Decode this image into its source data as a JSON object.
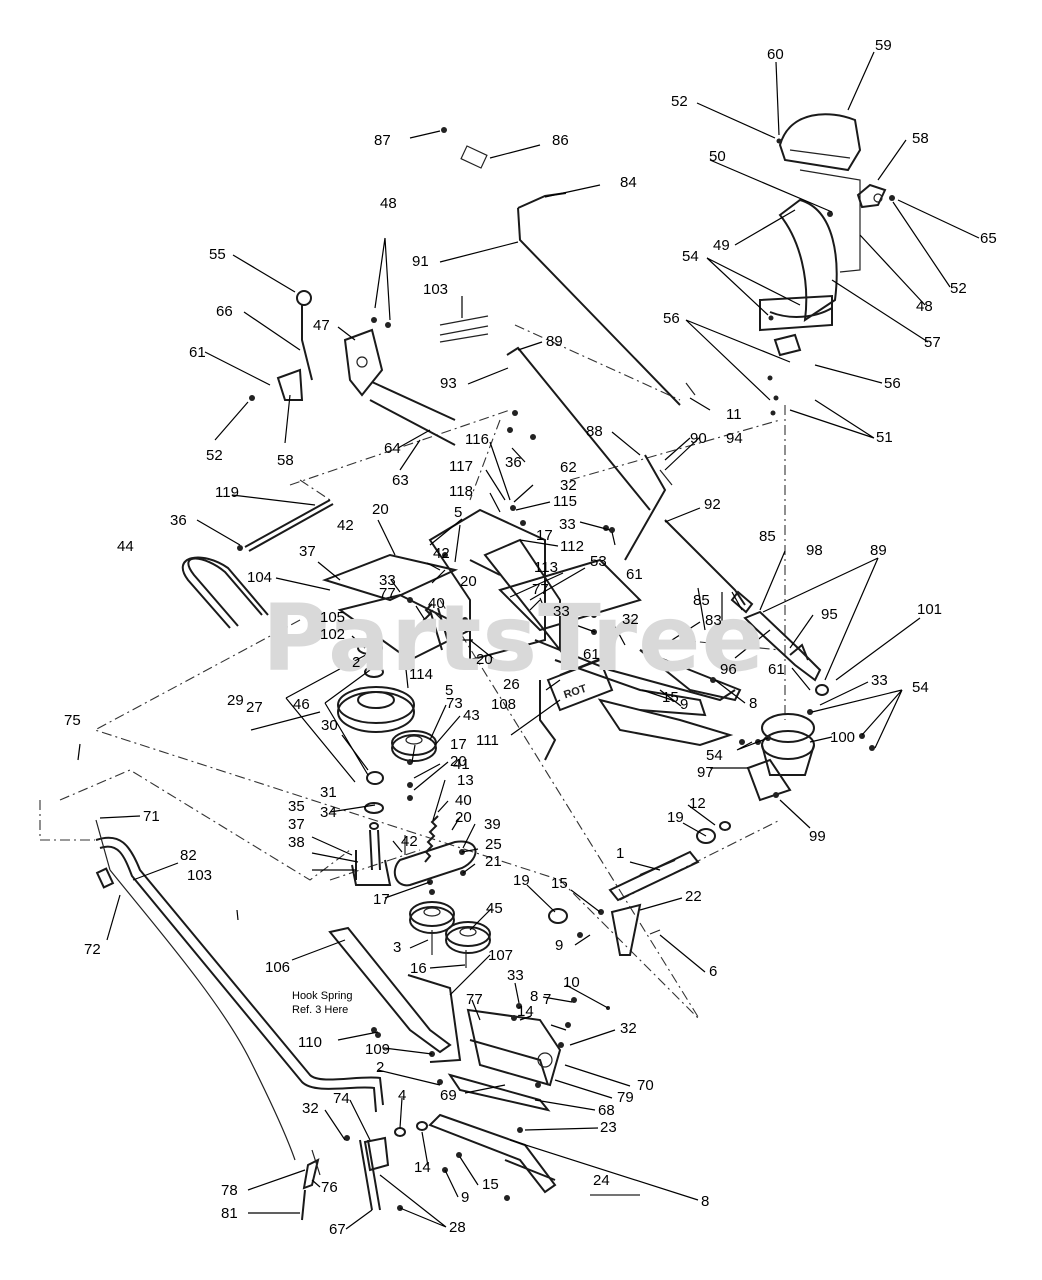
{
  "watermark": "PartsTree",
  "note": {
    "line1": "Hook Spring",
    "line2": "Ref. 3 Here"
  },
  "decal_text": "ROT",
  "callouts": [
    {
      "text": "87"
    },
    {
      "text": "86"
    },
    {
      "text": "84"
    },
    {
      "text": "91"
    },
    {
      "text": "103"
    },
    {
      "text": "93"
    },
    {
      "text": "89"
    },
    {
      "text": "11"
    },
    {
      "text": "88"
    },
    {
      "text": "90"
    },
    {
      "text": "94"
    },
    {
      "text": "48"
    },
    {
      "text": "55"
    },
    {
      "text": "66"
    },
    {
      "text": "47"
    },
    {
      "text": "61"
    },
    {
      "text": "52"
    },
    {
      "text": "58"
    },
    {
      "text": "64"
    },
    {
      "text": "63"
    },
    {
      "text": "116"
    },
    {
      "text": "36"
    },
    {
      "text": "62"
    },
    {
      "text": "32"
    },
    {
      "text": "117"
    },
    {
      "text": "115"
    },
    {
      "text": "118"
    },
    {
      "text": "119"
    },
    {
      "text": "36"
    },
    {
      "text": "44"
    },
    {
      "text": "20"
    },
    {
      "text": "5"
    },
    {
      "text": "17"
    },
    {
      "text": "33"
    },
    {
      "text": "112"
    },
    {
      "text": "61"
    },
    {
      "text": "92"
    },
    {
      "text": "42"
    },
    {
      "text": "42"
    },
    {
      "text": "37"
    },
    {
      "text": "104"
    },
    {
      "text": "33"
    },
    {
      "text": "20"
    },
    {
      "text": "113"
    },
    {
      "text": "53"
    },
    {
      "text": "77"
    },
    {
      "text": "77"
    },
    {
      "text": "40"
    },
    {
      "text": "105"
    },
    {
      "text": "102"
    },
    {
      "text": "2"
    },
    {
      "text": "33"
    },
    {
      "text": "32"
    },
    {
      "text": "83"
    },
    {
      "text": "85"
    },
    {
      "text": "85"
    },
    {
      "text": "98"
    },
    {
      "text": "89"
    },
    {
      "text": "95"
    },
    {
      "text": "101"
    },
    {
      "text": "20"
    },
    {
      "text": "114"
    },
    {
      "text": "26"
    },
    {
      "text": "61"
    },
    {
      "text": "5"
    },
    {
      "text": "29"
    },
    {
      "text": "46"
    },
    {
      "text": "27"
    },
    {
      "text": "73"
    },
    {
      "text": "30"
    },
    {
      "text": "43"
    },
    {
      "text": "108"
    },
    {
      "text": "15"
    },
    {
      "text": "9"
    },
    {
      "text": "96"
    },
    {
      "text": "61"
    },
    {
      "text": "33"
    },
    {
      "text": "54"
    },
    {
      "text": "8"
    },
    {
      "text": "111"
    },
    {
      "text": "17"
    },
    {
      "text": "20"
    },
    {
      "text": "41"
    },
    {
      "text": "13"
    },
    {
      "text": "40"
    },
    {
      "text": "20"
    },
    {
      "text": "39"
    },
    {
      "text": "54"
    },
    {
      "text": "100"
    },
    {
      "text": "97"
    },
    {
      "text": "99"
    },
    {
      "text": "75"
    },
    {
      "text": "71"
    },
    {
      "text": "31"
    },
    {
      "text": "35"
    },
    {
      "text": "34"
    },
    {
      "text": "37"
    },
    {
      "text": "38"
    },
    {
      "text": "42"
    },
    {
      "text": "12"
    },
    {
      "text": "19"
    },
    {
      "text": "25"
    },
    {
      "text": "21"
    },
    {
      "text": "1"
    },
    {
      "text": "82"
    },
    {
      "text": "103"
    },
    {
      "text": "17"
    },
    {
      "text": "19"
    },
    {
      "text": "15"
    },
    {
      "text": "45"
    },
    {
      "text": "22"
    },
    {
      "text": "9"
    },
    {
      "text": "6"
    },
    {
      "text": "72"
    },
    {
      "text": "3"
    },
    {
      "text": "106"
    },
    {
      "text": "16"
    },
    {
      "text": "107"
    },
    {
      "text": "33"
    },
    {
      "text": "8"
    },
    {
      "text": "10"
    },
    {
      "text": "77"
    },
    {
      "text": "14"
    },
    {
      "text": "7"
    },
    {
      "text": "32"
    },
    {
      "text": "110"
    },
    {
      "text": "109"
    },
    {
      "text": "2"
    },
    {
      "text": "70"
    },
    {
      "text": "69"
    },
    {
      "text": "79"
    },
    {
      "text": "68"
    },
    {
      "text": "4"
    },
    {
      "text": "23"
    },
    {
      "text": "74"
    },
    {
      "text": "32"
    },
    {
      "text": "14"
    },
    {
      "text": "15"
    },
    {
      "text": "9"
    },
    {
      "text": "24"
    },
    {
      "text": "8"
    },
    {
      "text": "78"
    },
    {
      "text": "76"
    },
    {
      "text": "81"
    },
    {
      "text": "67"
    },
    {
      "text": "28"
    },
    {
      "text": "60"
    },
    {
      "text": "59"
    },
    {
      "text": "52"
    },
    {
      "text": "58"
    },
    {
      "text": "50"
    },
    {
      "text": "65"
    },
    {
      "text": "49"
    },
    {
      "text": "54"
    },
    {
      "text": "48"
    },
    {
      "text": "52"
    },
    {
      "text": "57"
    },
    {
      "text": "56"
    },
    {
      "text": "56"
    },
    {
      "text": "51"
    }
  ]
}
